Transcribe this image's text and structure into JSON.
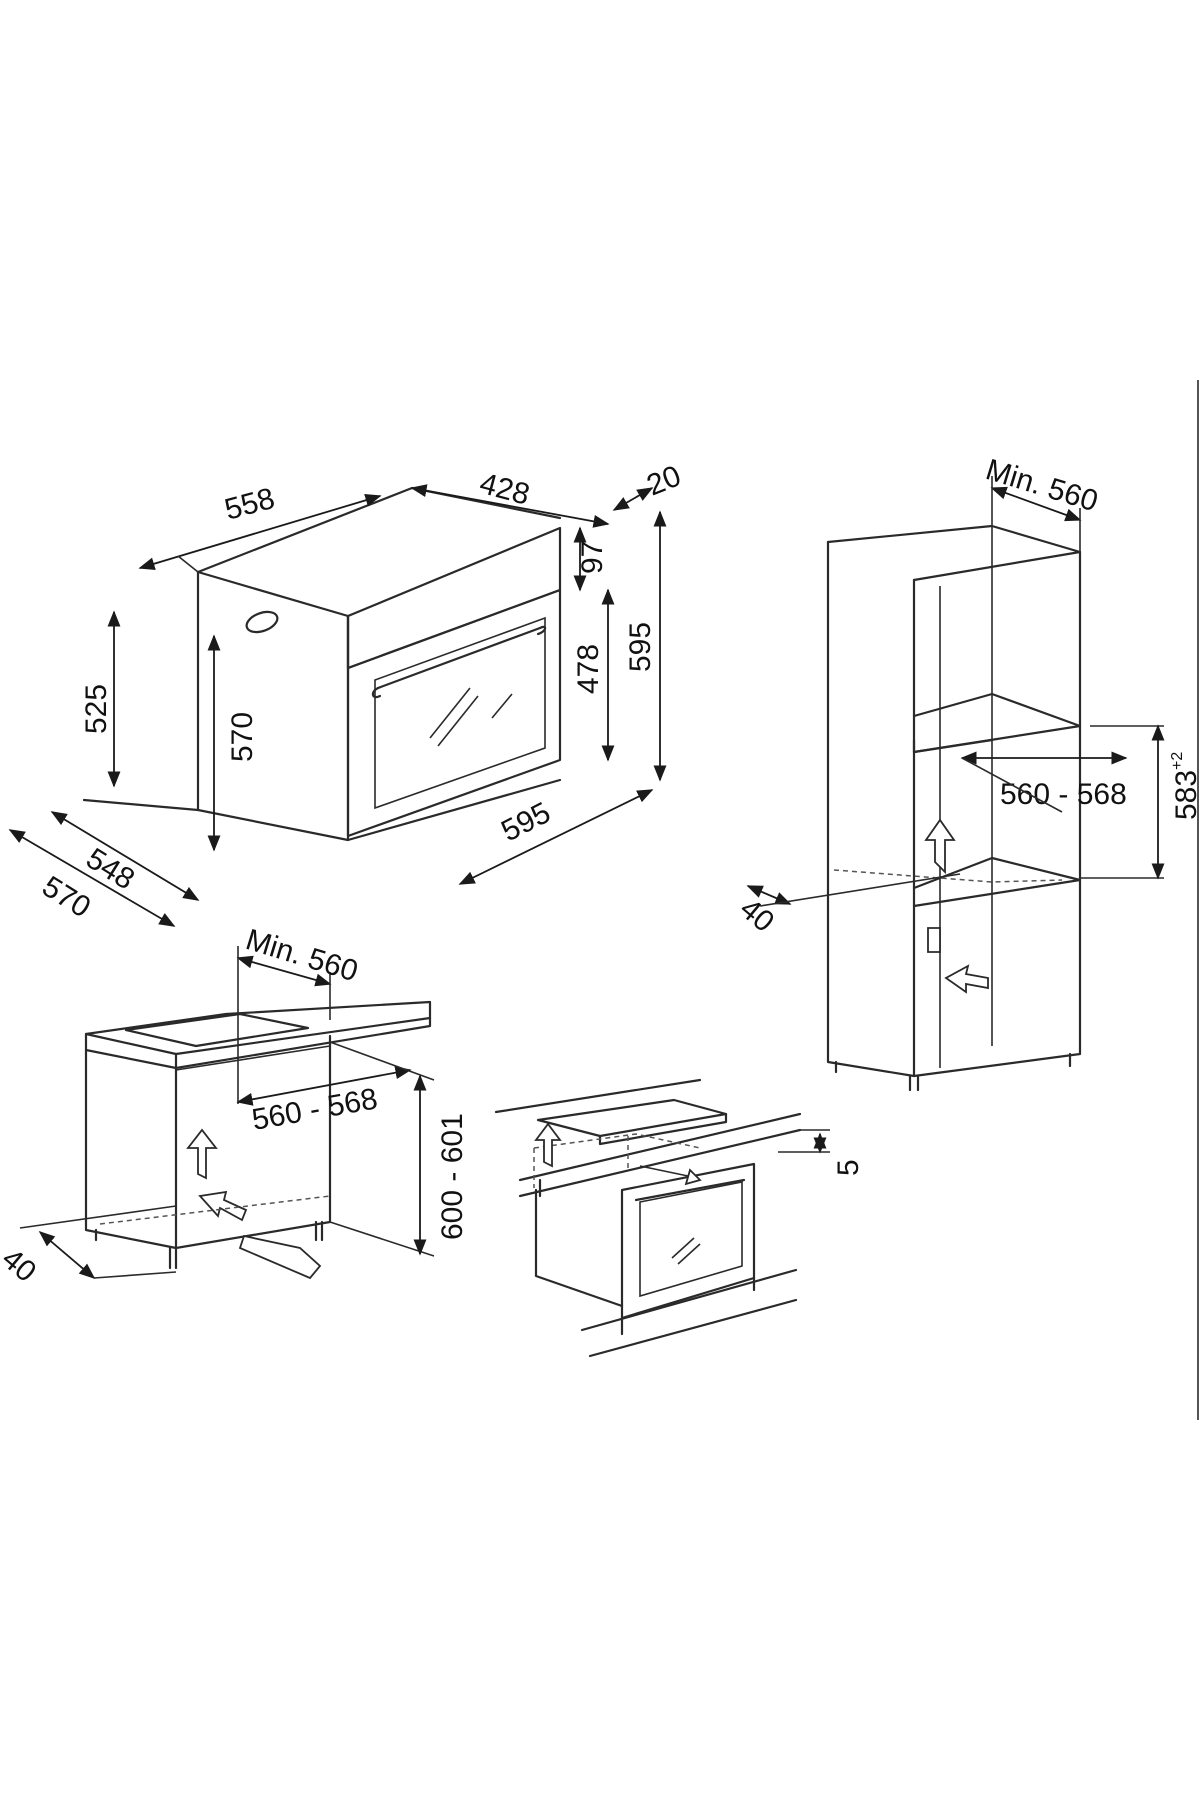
{
  "diagrams": {
    "oven": {
      "dims": {
        "d558": "558",
        "d428": "428",
        "d20": "20",
        "d97": "97",
        "d525": "525",
        "d570v": "570",
        "d478": "478",
        "d595v": "595",
        "d595h": "595",
        "d548": "548",
        "d570h": "570"
      }
    },
    "tall_cabinet": {
      "dims": {
        "min": "Min. 560",
        "range": "560 - 568",
        "height": "583",
        "height_sup": "+2",
        "gap": "40"
      }
    },
    "base_cabinet": {
      "dims": {
        "min": "Min. 560",
        "range": "560 - 568",
        "height": "600 - 601",
        "gap": "40"
      }
    },
    "hob_cabinet": {
      "dims": {
        "gap": "5"
      }
    }
  }
}
